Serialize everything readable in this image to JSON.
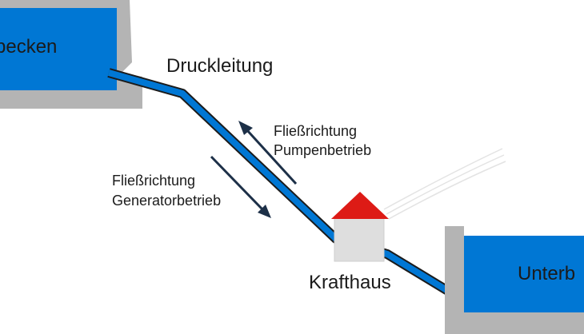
{
  "labels": {
    "upper_basin": "becken",
    "penstock": "Druckleitung",
    "pump_flow_line1": "Fließrichtung",
    "pump_flow_line2": "Pumpenbetrieb",
    "gen_flow_line1": "Fließrichtung",
    "gen_flow_line2": "Generatorbetrieb",
    "powerhouse": "Krafthaus",
    "lower_basin": "Unterb"
  },
  "colors": {
    "water": "#0077d4",
    "wall": "#b4b4b4",
    "roof": "#dd1b16",
    "house": "#dedede",
    "arrow": "#1d3048",
    "pipe_outline": "#1b1b1b"
  }
}
